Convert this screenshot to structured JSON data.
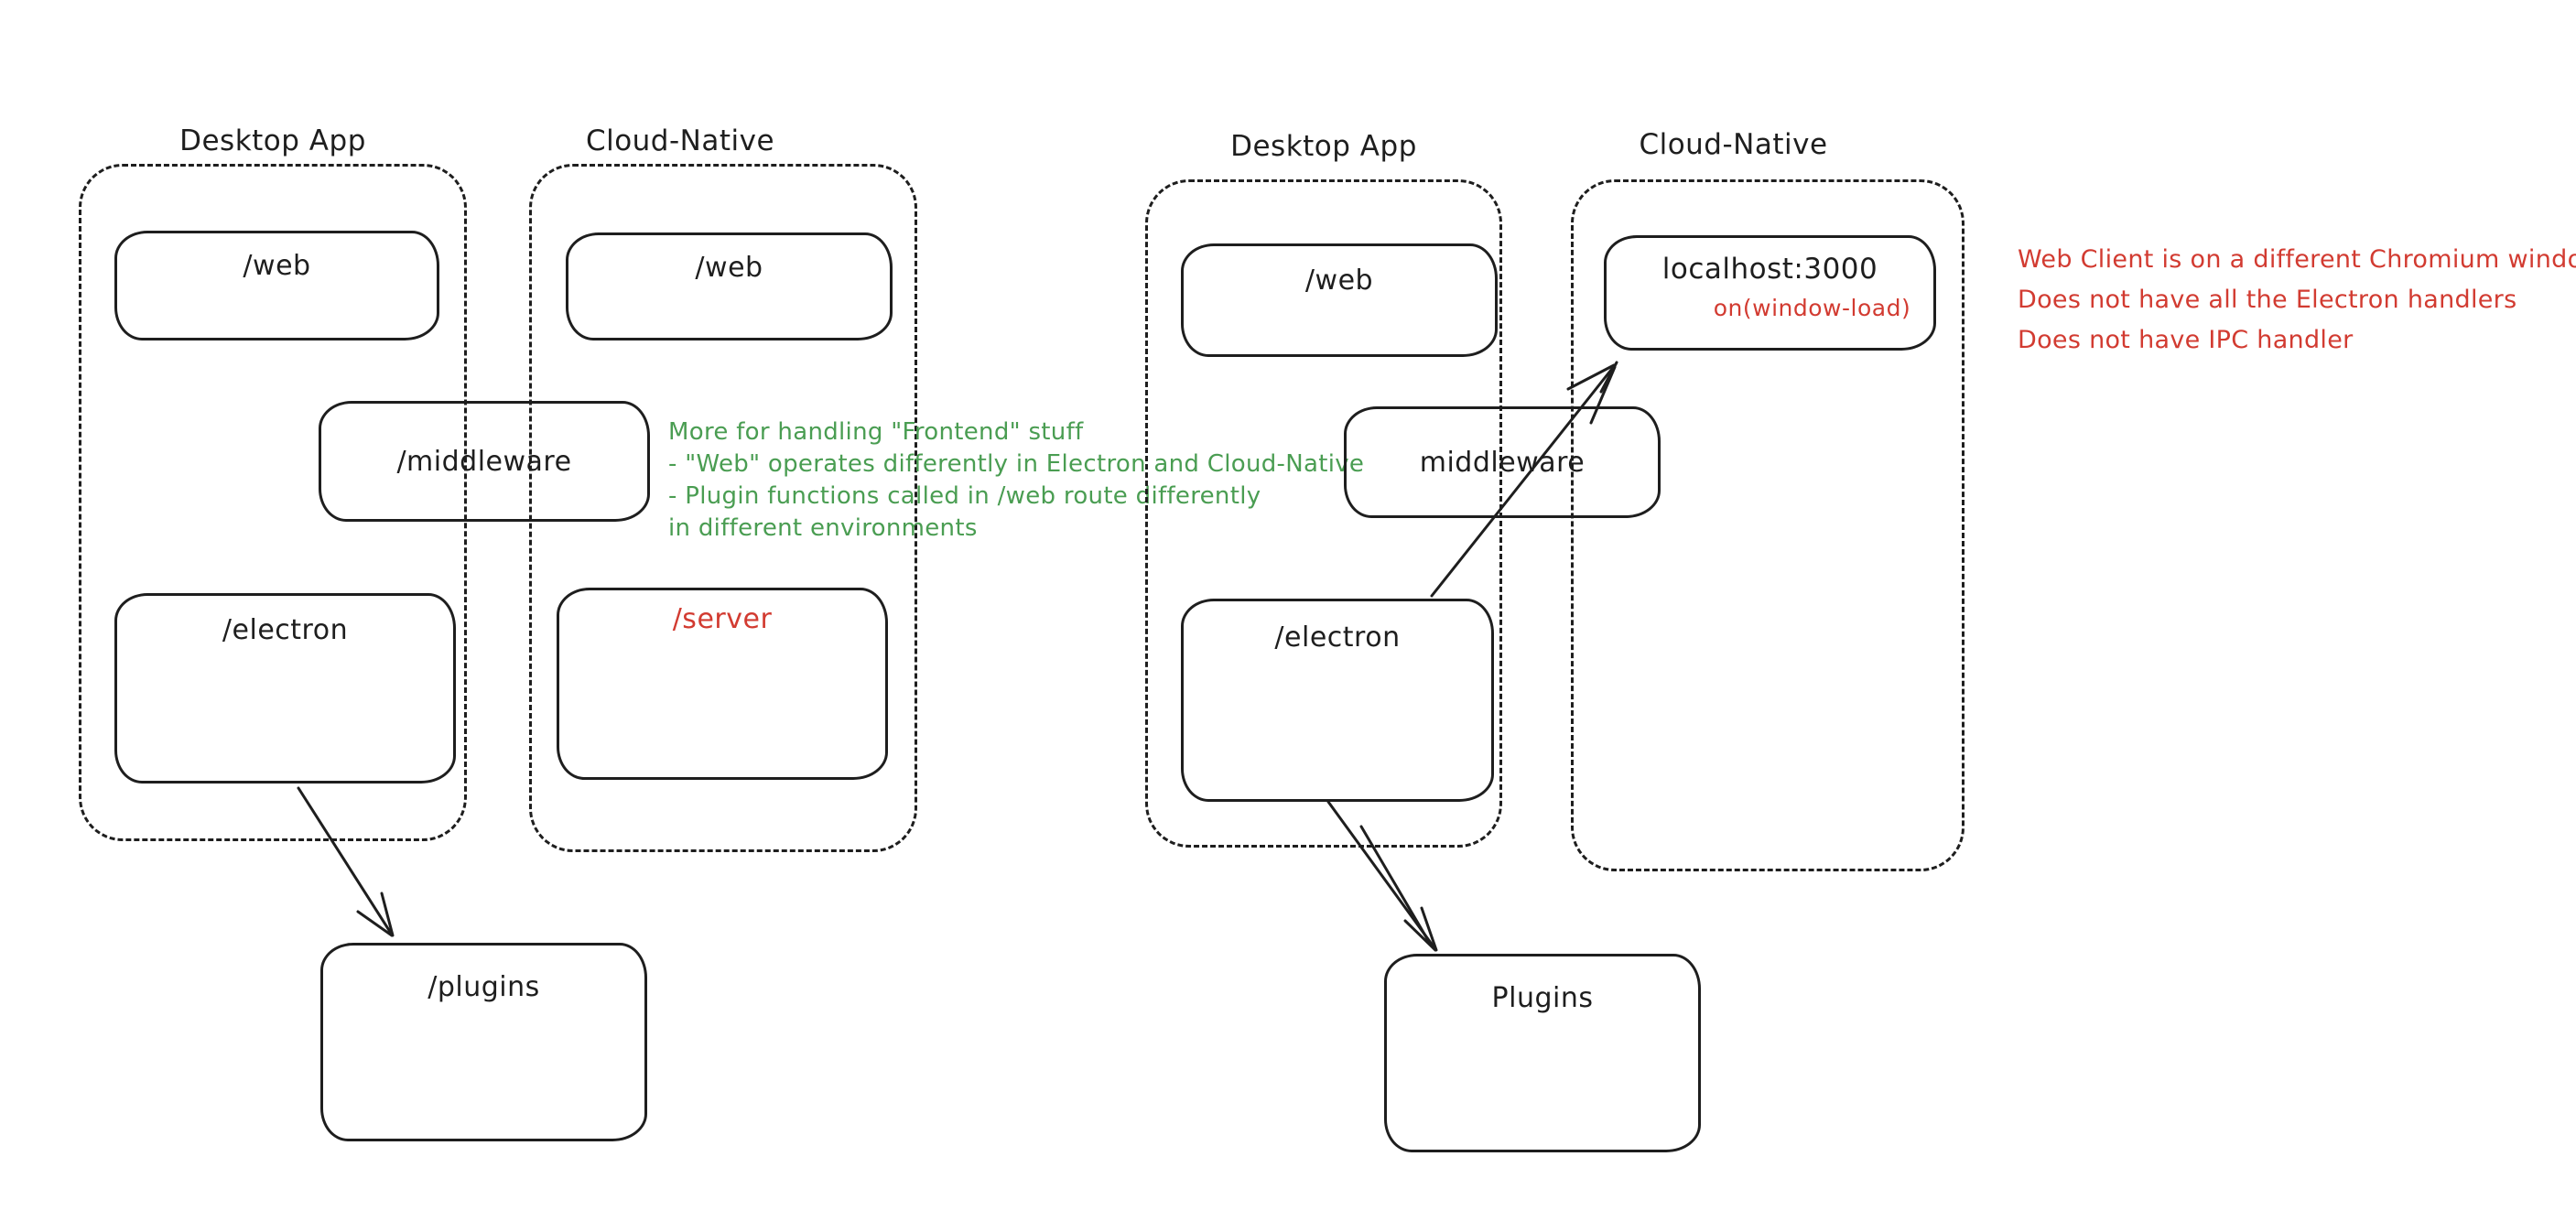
{
  "colors": {
    "ink": "#1e1e1e",
    "red": "#d23b31",
    "green": "#4a9d52",
    "background": "#ffffff"
  },
  "left": {
    "desktop_label": "Desktop App",
    "cloud_label": "Cloud-Native",
    "desktop_web": "/web",
    "cloud_web": "/web",
    "middleware": "/middleware",
    "electron": "/electron",
    "server": "/server",
    "plugins": "/plugins",
    "note": {
      "color": "green",
      "lines": [
        "More for handling \"Frontend\" stuff",
        "- \"Web\" operates differently in Electron and Cloud-Native",
        "- Plugin functions called in /web route differently",
        "in different environments"
      ]
    }
  },
  "right": {
    "desktop_label": "Desktop App",
    "cloud_label": "Cloud-Native",
    "desktop_web": "/web",
    "electron": "/electron",
    "middleware": "middleware",
    "localhost_title": "localhost:3000",
    "localhost_event": "on(window-load)",
    "plugins": "Plugins",
    "note": {
      "color": "red",
      "lines": [
        "Web Client is on a different Chromium window",
        "Does not have all the Electron handlers",
        "Does not have IPC handler"
      ]
    }
  }
}
